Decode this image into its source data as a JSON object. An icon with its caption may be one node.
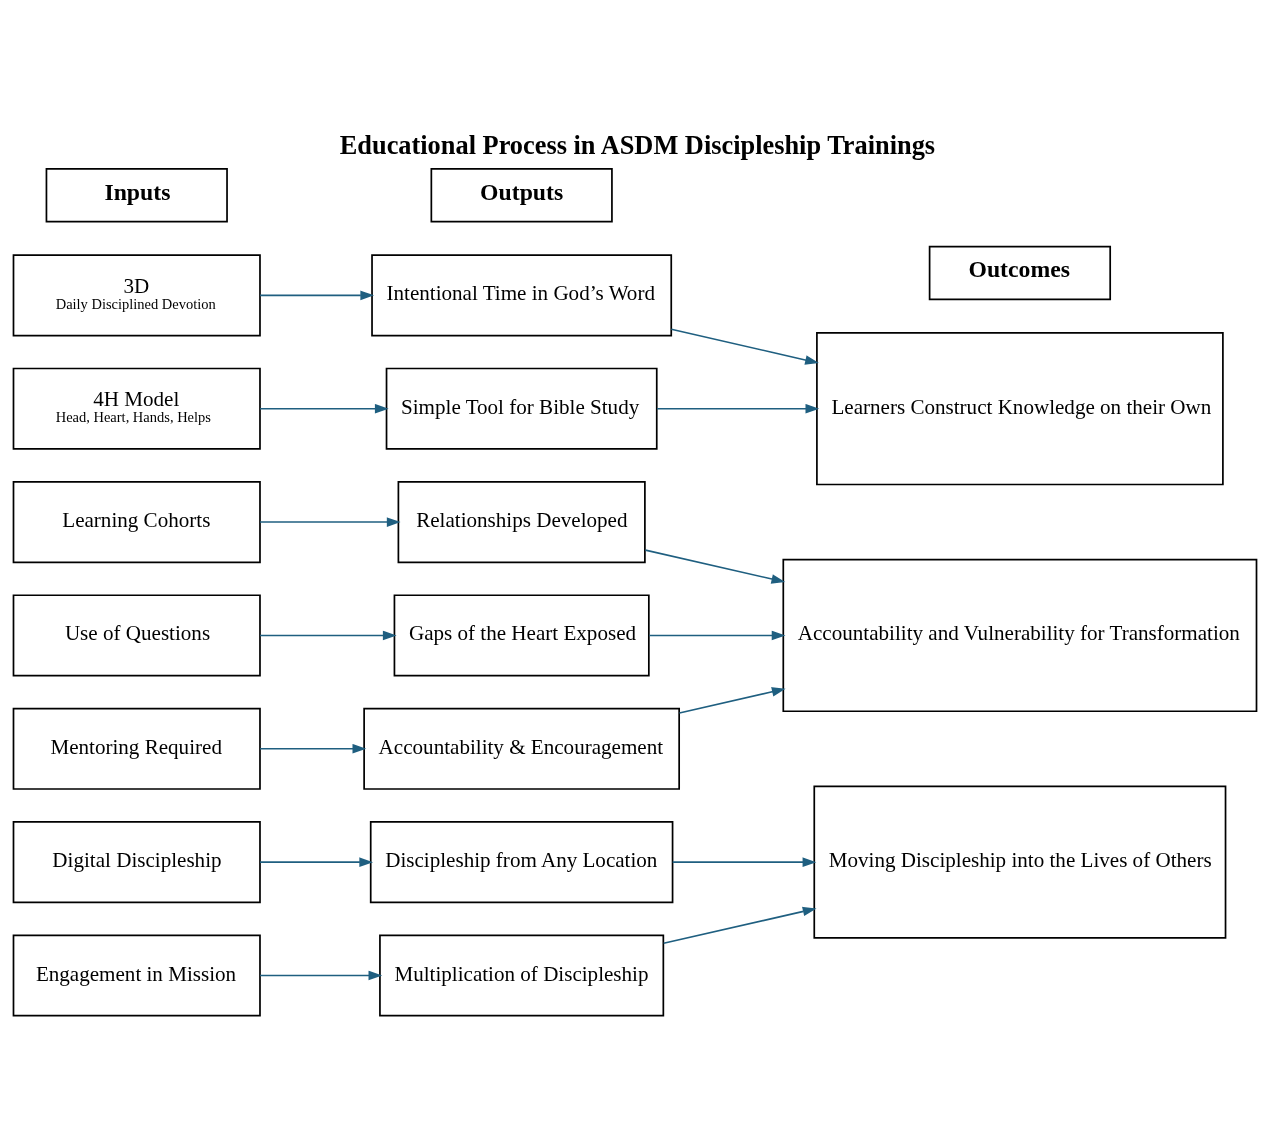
{
  "diagram": {
    "title": "Educational Process in ASDM Discipleship Trainings",
    "nodes": [
      {
        "text": [
          "Inputs"
        ]
      },
      {
        "text": [
          "Outputs"
        ]
      },
      {
        "text": [
          "Outcomes"
        ]
      },
      {
        "text": [
          "3D",
          "Daily Disciplined Devotion"
        ]
      },
      {
        "text": [
          "4H Model",
          "Head, Heart, Hands, Helps"
        ]
      },
      {
        "text": [
          "Learning Cohorts"
        ]
      },
      {
        "text": [
          "Use of Questions"
        ]
      },
      {
        "text": [
          "Mentoring Required"
        ]
      },
      {
        "text": [
          "Digital Discipleship"
        ]
      },
      {
        "text": [
          "Engagement in Mission"
        ]
      },
      {
        "text": [
          "Intentional Time in God’s Word"
        ]
      },
      {
        "text": [
          "Simple Tool for Bible Study"
        ]
      },
      {
        "text": [
          "Relationships Developed"
        ]
      },
      {
        "text": [
          "Gaps of the Heart Exposed"
        ]
      },
      {
        "text": [
          "Accountability & Encouragement"
        ]
      },
      {
        "text": [
          "Discipleship from Any Location"
        ]
      },
      {
        "text": [
          "Multiplication of Discipleship"
        ]
      },
      {
        "text": [
          "Learners Construct Knowledge on their Own"
        ]
      },
      {
        "text": [
          "Accountability and Vulnerability for Transformation"
        ]
      },
      {
        "text": [
          "Moving Discipleship into the Lives of Others"
        ]
      }
    ],
    "edges": [
      {
        "from": 3,
        "to": 10,
        "arrow": "to"
      },
      {
        "from": 4,
        "to": 11,
        "arrow": "to"
      },
      {
        "from": 5,
        "to": 12,
        "arrow": "to"
      },
      {
        "from": 6,
        "to": 13,
        "arrow": "to"
      },
      {
        "from": 7,
        "to": 14,
        "arrow": "to"
      },
      {
        "from": 8,
        "to": 15,
        "arrow": "to"
      },
      {
        "from": 9,
        "to": 16,
        "arrow": "to"
      },
      {
        "from": 10,
        "to": 17,
        "arrow": "to"
      },
      {
        "from": 11,
        "to": 17,
        "arrow": "to"
      },
      {
        "from": 12,
        "to": 18,
        "arrow": "to"
      },
      {
        "from": 13,
        "to": 18,
        "arrow": "to"
      },
      {
        "from": 14,
        "to": 18,
        "arrow": "to"
      },
      {
        "from": 15,
        "to": 19,
        "arrow": "to"
      },
      {
        "from": 16,
        "to": 19,
        "arrow": "to"
      }
    ]
  }
}
